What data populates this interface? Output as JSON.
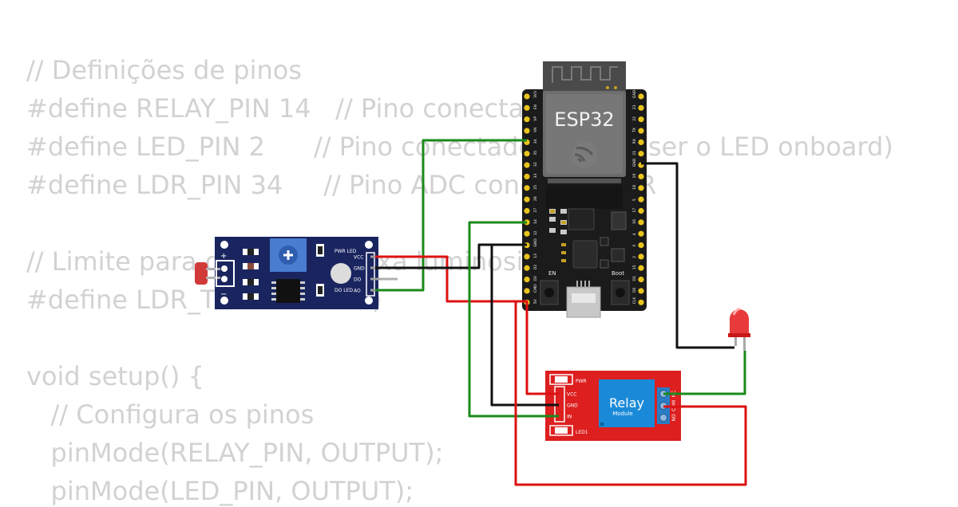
{
  "code": {
    "lines": [
      "// Definições de pinos",
      "#define RELAY_PIN 14   // Pino conectado ",
      "#define LED_PIN 2      // Pino conectado a",
      "#define LDR_PIN 34     // Pino ADC conect",
      "",
      "// Limite para de",
      "#define LDR_TH",
      "",
      "void setup() {",
      "   // Configura os pinos",
      "   pinMode(RELAY_PIN, OUTPUT);",
      "   pinMode(LED_PIN, OUTPUT);"
    ],
    "fragments": {
      "line2_tail": "e ser o LED onboard)",
      "line3_tail": "R",
      "line5_tail": "xa luminosi",
      "line6_tail": ")"
    }
  },
  "esp32": {
    "chip_label": "ESP32",
    "left_pins": [
      "3V3",
      "EN",
      "VP",
      "VN",
      "34",
      "35",
      "32",
      "33",
      "25",
      "26",
      "27",
      "14",
      "12",
      "GND",
      "13",
      "D2",
      "D3",
      "CMD",
      "5V"
    ],
    "right_pins": [
      "GND",
      "23",
      "22",
      "TX",
      "RX",
      "21",
      "GND",
      "19",
      "18",
      "5",
      "17",
      "16",
      "4",
      "0",
      "2",
      "15",
      "D1",
      "D0",
      "CLK"
    ],
    "en_label": "EN",
    "boot_label": "Boot"
  },
  "ldr_module": {
    "pins": [
      "VCC",
      "GND",
      "DO",
      "AO"
    ],
    "pwr_led_label": "PWR LED",
    "do_led_label": "DO LED",
    "plus_label": "+",
    "minus_label": "−"
  },
  "relay_module": {
    "title": "Relay",
    "subtitle": "Module",
    "pins": [
      "VCC",
      "GND",
      "IN"
    ],
    "pwr_label": "PWR",
    "led1_label": "LED1",
    "contacts": [
      "NC",
      "COM",
      "NO"
    ]
  },
  "colors": {
    "wire_green": "#1a8a1a",
    "wire_red": "#dd1111",
    "wire_black": "#111111",
    "board_dark": "#1b1b1b",
    "relay_red": "#dd1f1f",
    "relay_blue": "#1a8ad8",
    "ldr_board": "#1a2560"
  }
}
